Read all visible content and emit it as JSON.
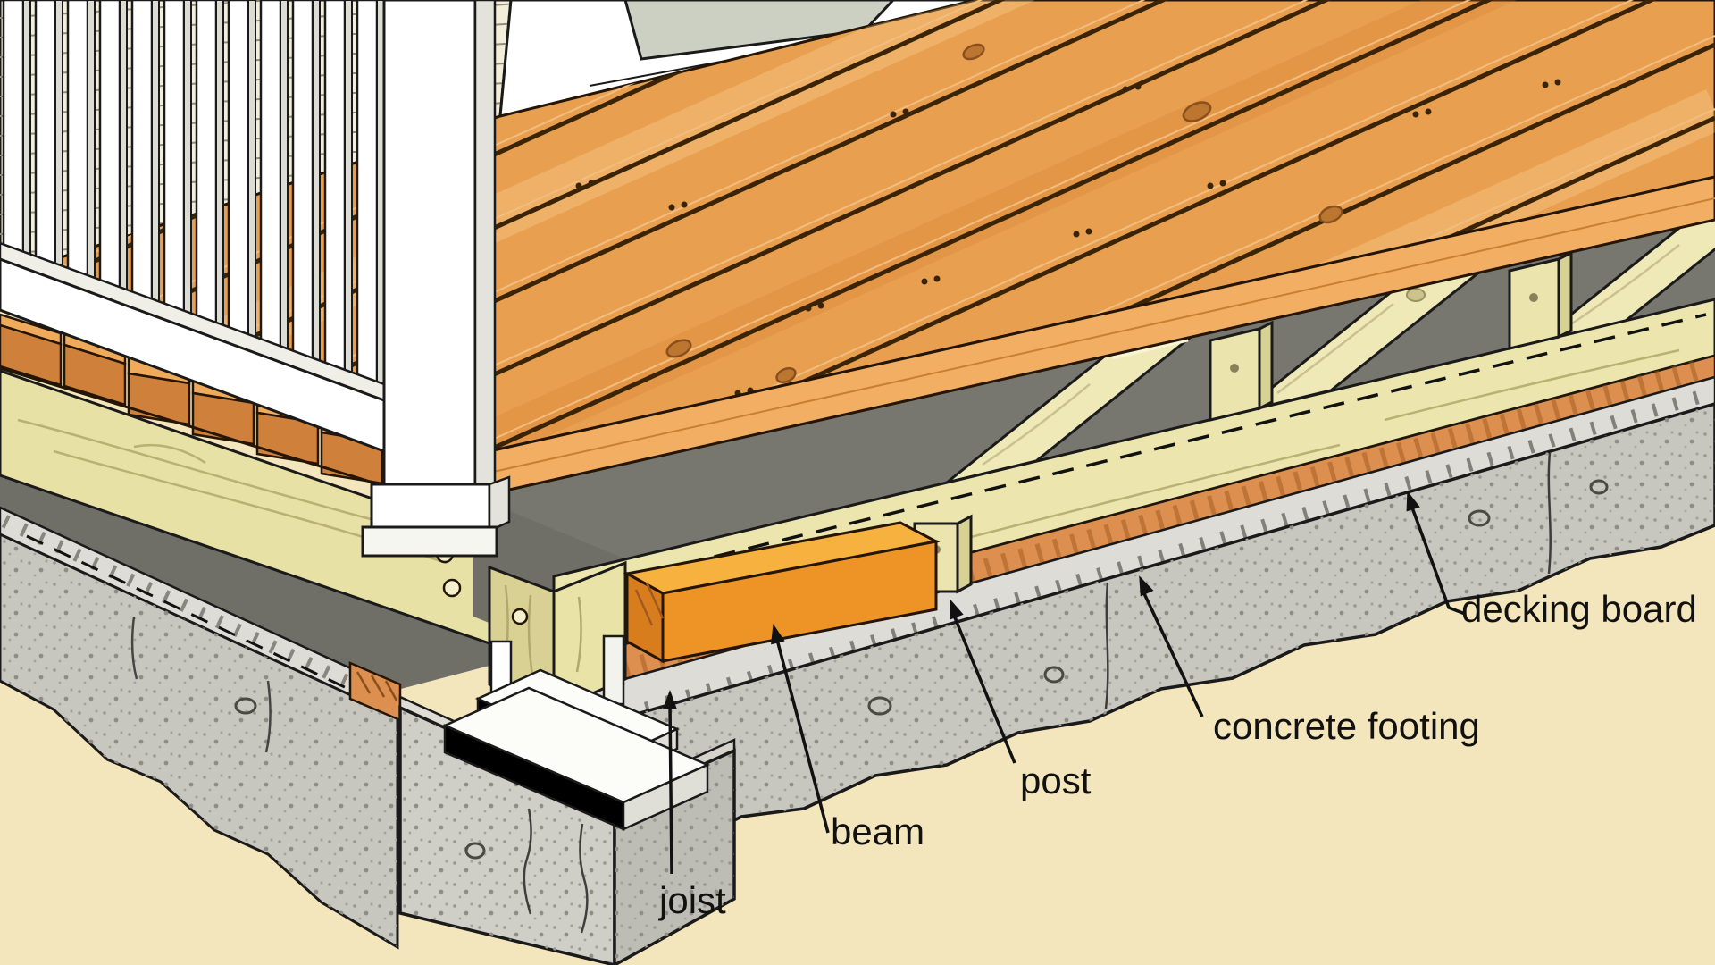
{
  "diagram": {
    "title": "deck structure cutaway",
    "type": "construction-cutaway-illustration",
    "labels": [
      {
        "id": "joist",
        "text": "joist"
      },
      {
        "id": "beam",
        "text": "beam"
      },
      {
        "id": "post",
        "text": "post"
      },
      {
        "id": "concrete-footing",
        "text": "concrete footing"
      },
      {
        "id": "decking-board",
        "text": "decking board"
      }
    ],
    "colors": {
      "ground": "#f4e6bc",
      "decking": "#e8a050",
      "decking_gap": "#3b2406",
      "lumber_pale": "#ece6ae",
      "beam_orange": "#ee9426",
      "concrete_face": "#c7c7c0",
      "concrete_top": "#dedcd6",
      "under_deck_shadow": "#77776f",
      "railing_white": "#ffffff",
      "siding_cream": "#f3eedb",
      "label_text": "#111111"
    }
  }
}
